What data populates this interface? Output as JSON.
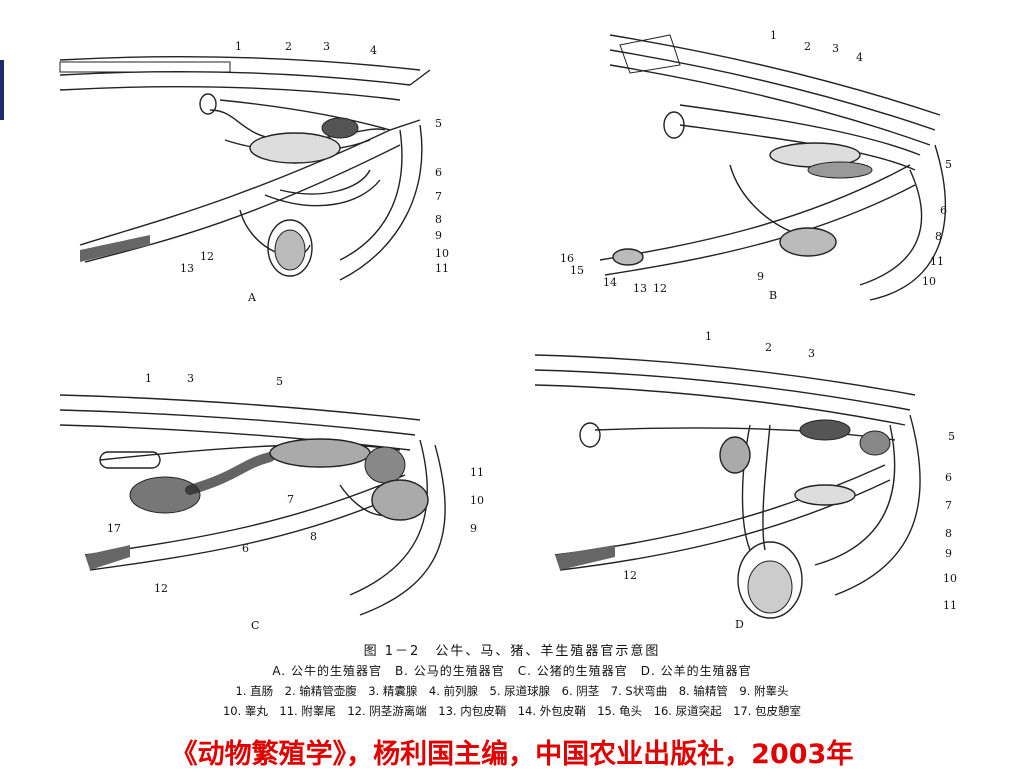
{
  "panels": {
    "A": {
      "letter": "A",
      "labels": [
        "1",
        "2",
        "3",
        "4",
        "5",
        "6",
        "7",
        "8",
        "9",
        "10",
        "11",
        "12",
        "13"
      ]
    },
    "B": {
      "letter": "B",
      "labels": [
        "1",
        "2",
        "3",
        "4",
        "5",
        "6",
        "8",
        "11",
        "10",
        "9",
        "16",
        "15",
        "14",
        "13",
        "12"
      ]
    },
    "C": {
      "letter": "C",
      "labels": [
        "1",
        "3",
        "5",
        "11",
        "10",
        "9",
        "7",
        "8",
        "6",
        "17",
        "12"
      ]
    },
    "D": {
      "letter": "D",
      "labels": [
        "1",
        "2",
        "3",
        "5",
        "6",
        "7",
        "8",
        "9",
        "10",
        "11",
        "12"
      ]
    }
  },
  "figure": {
    "title": "图 1－2　公牛、马、猪、羊生殖器官示意图",
    "subtitle": "A. 公牛的生殖器官　B. 公马的生殖器官　C. 公猪的生殖器官　D. 公羊的生殖器官",
    "legend_line1": "1. 直肠　2. 输精管壶腹　3. 精囊腺　4. 前列腺　5. 尿道球腺　6. 阴茎　7. S状弯曲　8. 输精管　9. 附睾头",
    "legend_line2": "10. 睾丸　11. 附睾尾　12. 阴茎游离端　13. 内包皮鞘　14. 外包皮鞘　15. 龟头　16. 尿道突起　17. 包皮憩室"
  },
  "citation": "《动物繁殖学》，杨利国主编，中国农业出版社，2003年",
  "colors": {
    "citation": "#e00000",
    "ink": "#111111",
    "slide_edge": "#1d2a6b"
  }
}
